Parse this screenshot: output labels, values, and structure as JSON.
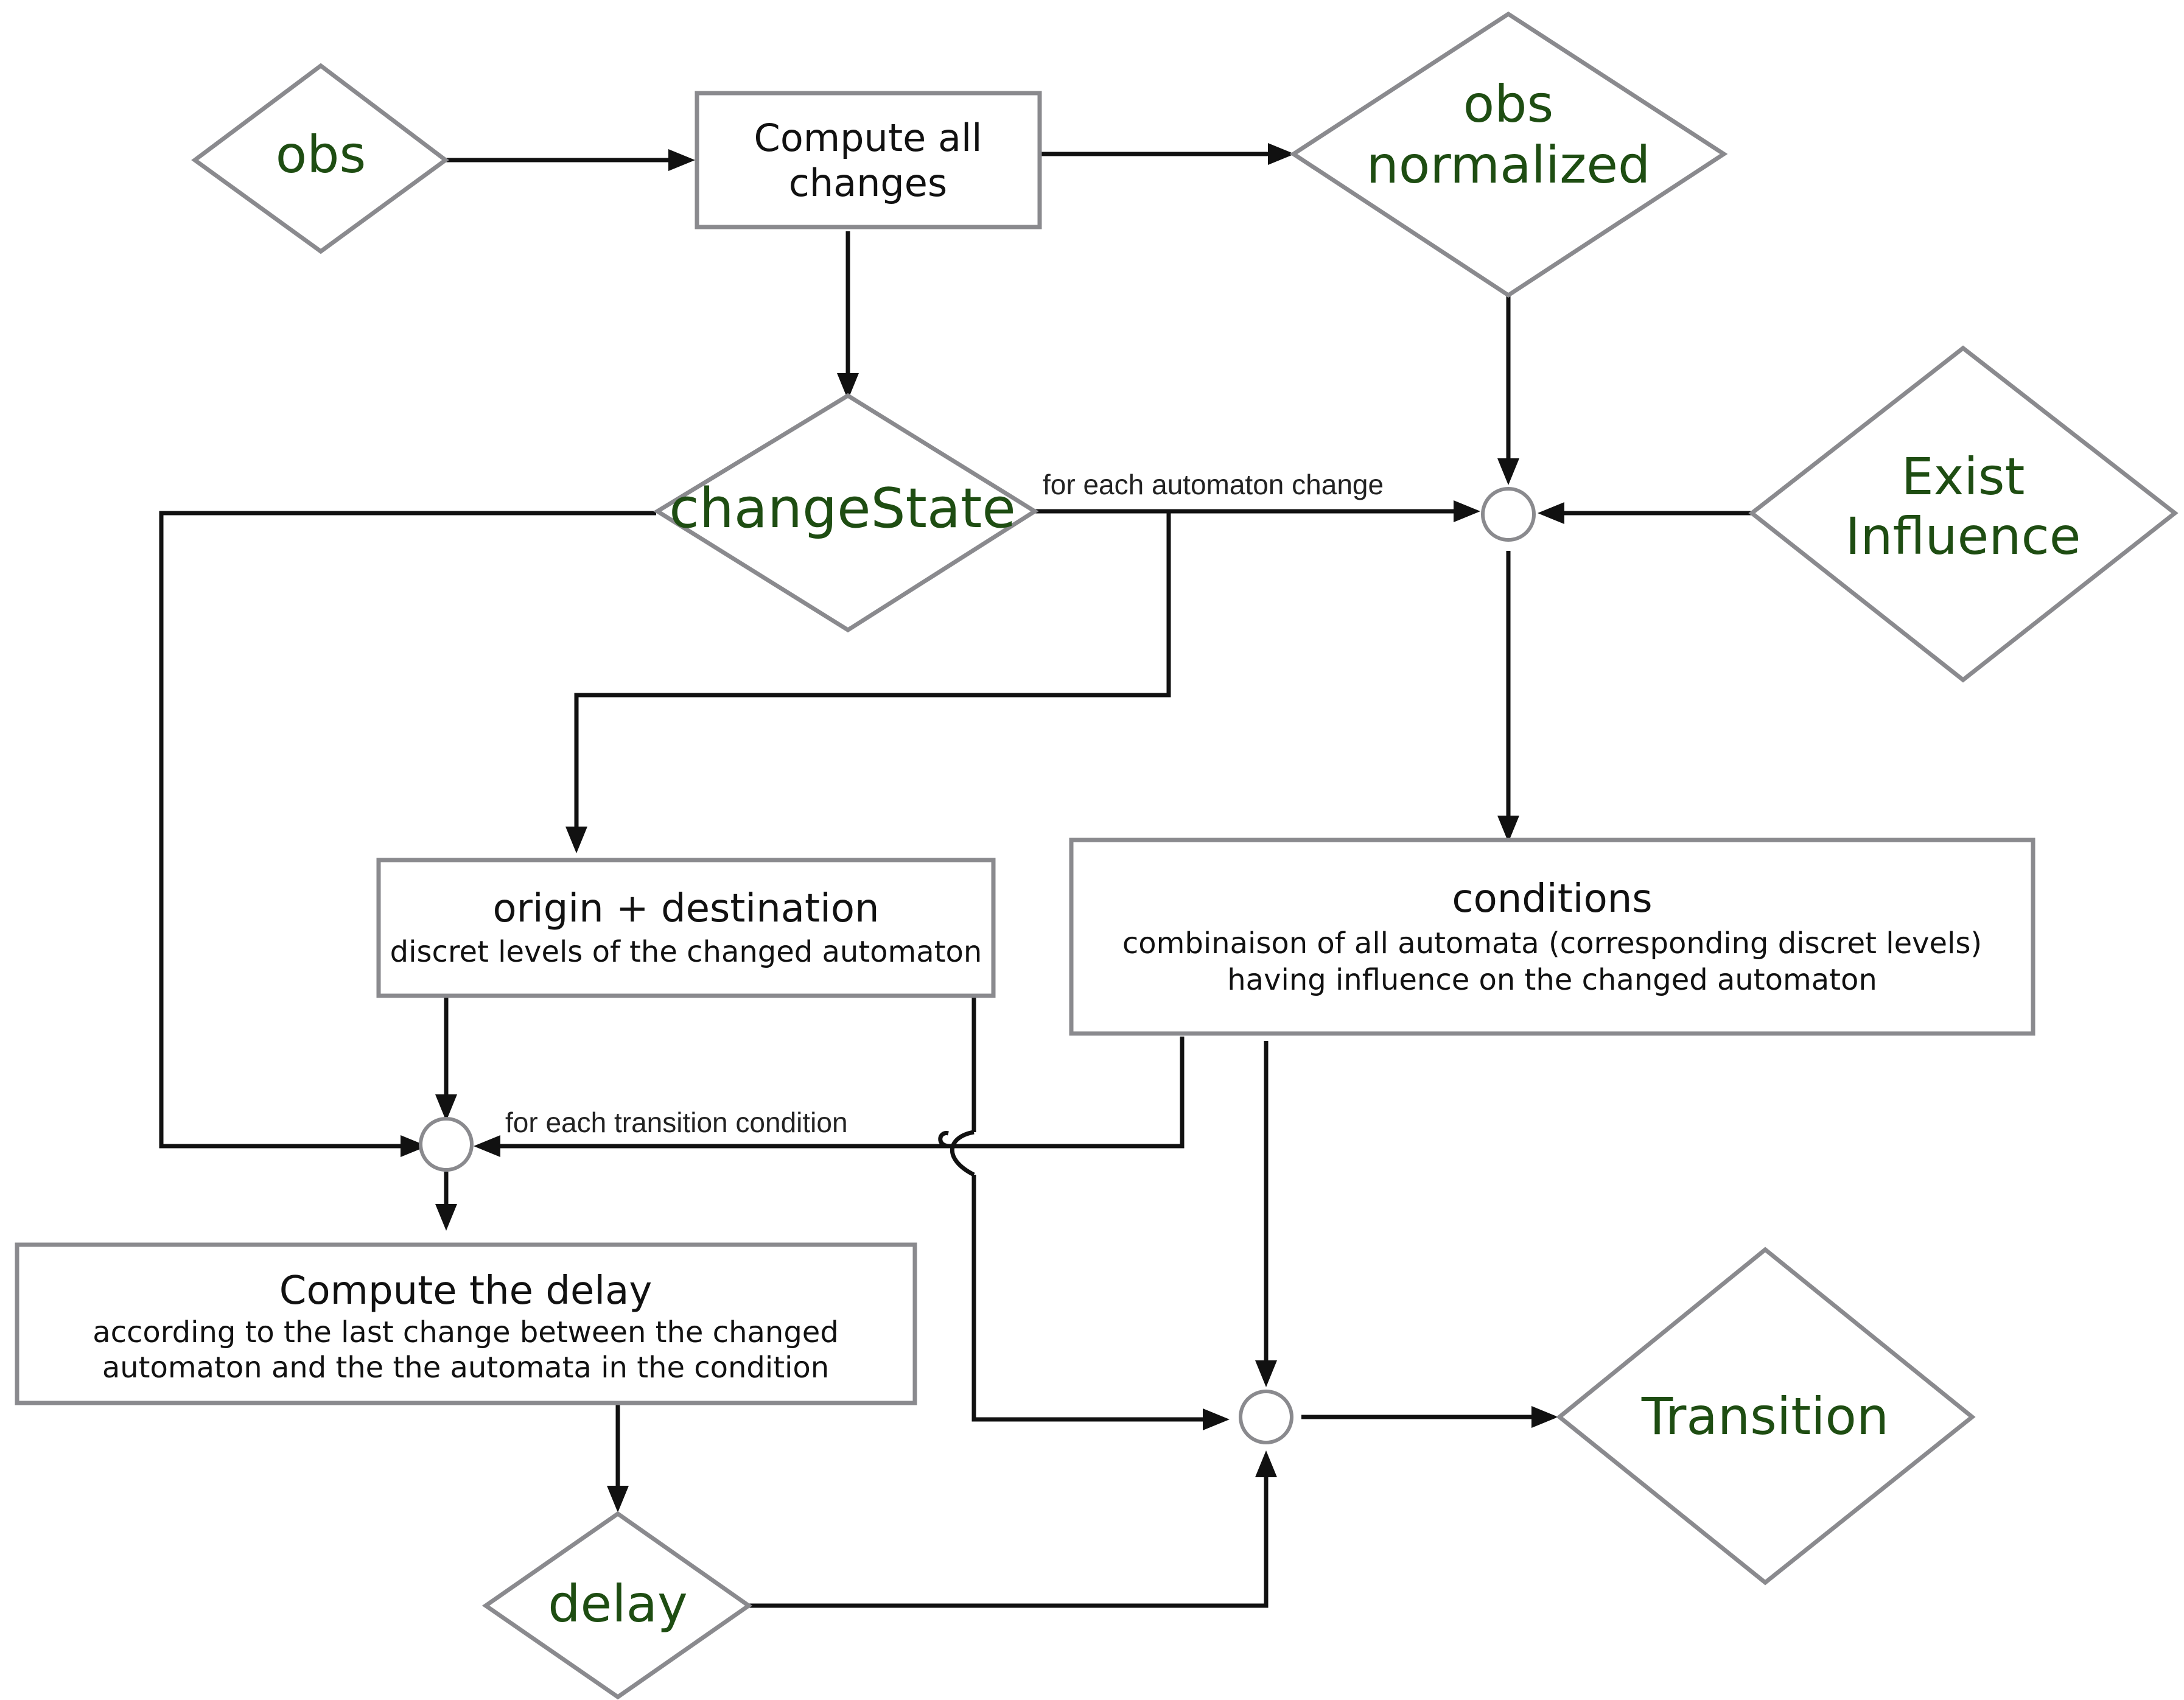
{
  "nodes": {
    "obs": {
      "label": "obs"
    },
    "compute_all_changes": {
      "line1": "Compute all",
      "line2": "changes"
    },
    "obs_normalized": {
      "line1": "obs",
      "line2": "normalized"
    },
    "change_state": {
      "label": "changeState"
    },
    "exist_influence": {
      "line1": "Exist",
      "line2": "Influence"
    },
    "origin_destination": {
      "title": "origin + destination",
      "subtitle": "discret levels of the changed automaton"
    },
    "conditions": {
      "title": "conditions",
      "line1": "combinaison of all automata (corresponding discret levels)",
      "line2": "having influence on the changed automaton"
    },
    "compute_delay": {
      "title": "Compute the delay",
      "line1": "according to the last change between the changed",
      "line2": "automaton and the the automata in the condition"
    },
    "delay": {
      "label": "delay"
    },
    "transition": {
      "label": "Transition"
    }
  },
  "edge_labels": {
    "for_each_automaton_change": "for each automaton change",
    "for_each_transition_condition": "for each transition condition"
  },
  "colors": {
    "node_text": "#1e4d12",
    "node_outline": "#8a8a8e",
    "edges": "#111111",
    "background": "#ffffff"
  }
}
